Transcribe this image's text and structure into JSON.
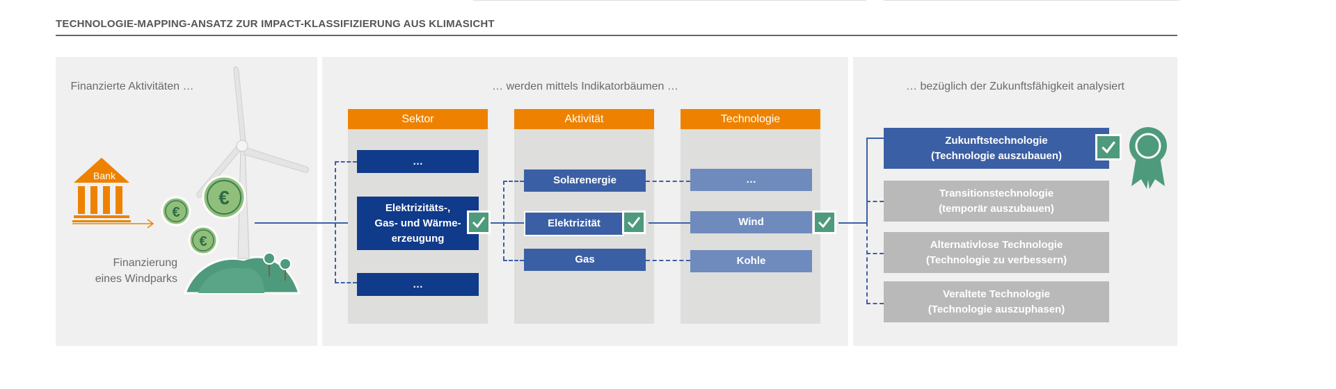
{
  "header": {
    "title": "TECHNOLOGIE-MAPPING-ANSATZ ZUR IMPACT-KLASSIFIZIERUNG AUS KLIMASICHT"
  },
  "panels": {
    "left": {
      "heading": "Finanzierte Aktivitäten …",
      "bank_label": "Bank",
      "financing_line1": "Finanzierung",
      "financing_line2": "eines Windparks"
    },
    "middle": {
      "heading": "… werden mittels Indikatorbäumen …"
    },
    "right": {
      "heading": "… bezüglich der Zukunftsfähigkeit analysiert"
    }
  },
  "columns": {
    "sektor": {
      "header": "Sektor",
      "items": [
        "…",
        "Elektrizitäts-,\nGas- und Wärme-\nerzeugung",
        "…"
      ]
    },
    "aktivitaet": {
      "header": "Aktivität",
      "items": [
        "Solarenergie",
        "Elektrizität",
        "Gas"
      ]
    },
    "technologie": {
      "header": "Technologie",
      "items": [
        "…",
        "Wind",
        "Kohle"
      ]
    }
  },
  "classification": [
    {
      "line1": "Zukunftstechnologie",
      "line2": "(Technologie auszubauen)"
    },
    {
      "line1": "Transitionstechnologie",
      "line2": "(temporär auszubauen)"
    },
    {
      "line1": "Alternativlose Technologie",
      "line2": "(Technologie zu verbessern)"
    },
    {
      "line1": "Veraltete Technologie",
      "line2": "(Technologie auszuphasen)"
    }
  ],
  "colors": {
    "accent_orange": "#ee8200",
    "dark_blue": "#103a8a",
    "mid_blue": "#3b5fa4",
    "light_blue": "#6f8bbd",
    "check_green": "#4e9a7c",
    "grey_box": "#b9b9b9"
  },
  "icons": [
    "bank-icon",
    "wind-turbine-icon",
    "euro-coin-icon",
    "check-icon",
    "award-rosette-icon"
  ]
}
